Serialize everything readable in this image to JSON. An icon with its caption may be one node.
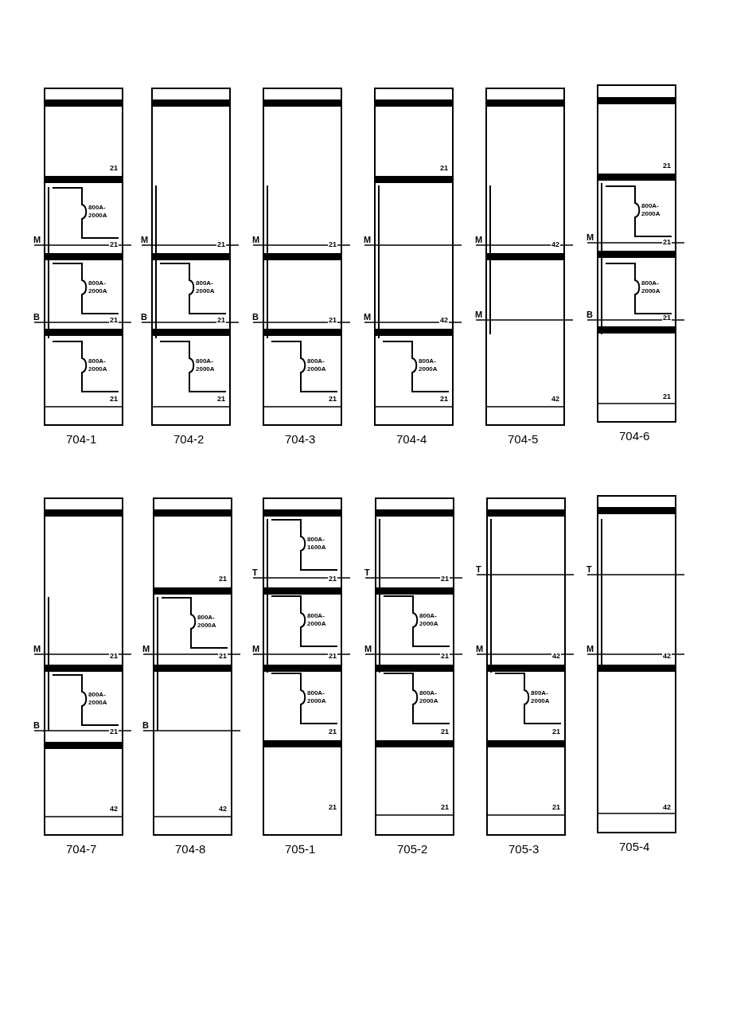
{
  "diagram": {
    "nodes": [
      {
        "text": [
          "21",
          "21",
          "21",
          "21"
        ],
        "beside": [
          "M",
          "B",
          "704-1"
        ]
      },
      {
        "text": [
          "800A-2000A"
        ],
        "in": 0
      },
      {
        "text": [
          "800A-2000A"
        ],
        "in": 0
      },
      {
        "text": [
          "800A-2000A"
        ],
        "in": 0
      },
      {
        "text": [
          "21",
          "21",
          "21"
        ],
        "beside": [
          "M",
          "B",
          "704-2"
        ]
      },
      {
        "text": [
          "800A-2000A"
        ],
        "in": 4
      },
      {
        "text": [
          "800A-2000A"
        ],
        "in": 4
      },
      {
        "text": [
          "21",
          "21",
          "21"
        ],
        "beside": [
          "M",
          "B",
          "704-3"
        ]
      },
      {
        "text": [
          "800A-2000A"
        ],
        "in": 7
      },
      {
        "text": [
          "21",
          "42",
          "21"
        ],
        "beside": [
          "M",
          "M",
          "704-4"
        ]
      },
      {
        "text": [
          "800A-2000A"
        ],
        "in": 9
      },
      {
        "text": [
          "42",
          "42"
        ],
        "beside": [
          "M",
          "M",
          "704-5"
        ]
      },
      {
        "text": [
          "21",
          "21",
          "21",
          "21"
        ],
        "beside": [
          "M",
          "B",
          "704-6"
        ]
      },
      {
        "text": [
          "800A-2000A"
        ],
        "in": 12
      },
      {
        "text": [
          "800A-2000A"
        ],
        "in": 12
      },
      {
        "text": [
          "21",
          "21",
          "42"
        ],
        "beside": [
          "M",
          "B",
          "704-7"
        ]
      },
      {
        "text": [
          "800A-2000A"
        ],
        "in": 15
      },
      {
        "text": [
          "21",
          "21",
          "42"
        ],
        "beside": [
          "M",
          "B",
          "704-8"
        ]
      },
      {
        "text": [
          "800A-2000A"
        ],
        "in": 17
      },
      {
        "text": [
          "21",
          "21",
          "21",
          "21"
        ],
        "beside": [
          "T",
          "M",
          "705-1"
        ]
      },
      {
        "text": [
          "800A-1600A"
        ],
        "in": 19
      },
      {
        "text": [
          "800A-2000A"
        ],
        "in": 19
      },
      {
        "text": [
          "800A-2000A"
        ],
        "in": 19
      },
      {
        "text": [
          "21",
          "21",
          "21",
          "21"
        ],
        "beside": [
          "T",
          "M",
          "705-2"
        ]
      },
      {
        "text": [
          "800A-2000A"
        ],
        "in": 23
      },
      {
        "text": [
          "800A-2000A"
        ],
        "in": 23
      },
      {
        "text": [
          "42",
          "21",
          "21"
        ],
        "beside": [
          "T",
          "M",
          "705-3"
        ]
      },
      {
        "text": [
          "800A-2000A"
        ],
        "in": 26
      },
      {
        "text": [
          "42",
          "42"
        ],
        "beside": [
          "T",
          "M",
          "705-4"
        ]
      }
    ]
  }
}
